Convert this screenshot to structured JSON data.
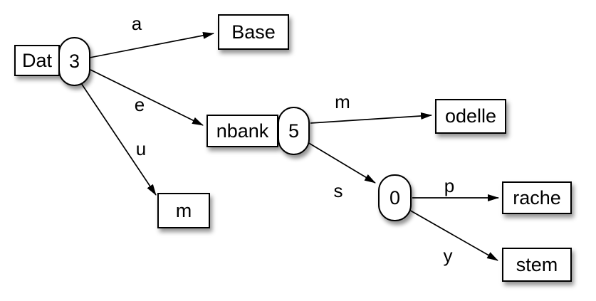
{
  "diagram": {
    "description": "trie-diagram",
    "colors": {
      "background": "#ffffff",
      "node_fill": "#ffffff",
      "node_border": "#000000",
      "edge_stroke": "#000000",
      "shadow": "rgba(0,0,0,0.42)"
    },
    "nodes": [
      {
        "id": "dat",
        "shape": "rect",
        "label": "Dat"
      },
      {
        "id": "n3",
        "shape": "capsule",
        "label": "3"
      },
      {
        "id": "base",
        "shape": "rect",
        "label": "Base"
      },
      {
        "id": "nbank",
        "shape": "rect",
        "label": "nbank"
      },
      {
        "id": "n5",
        "shape": "capsule",
        "label": "5"
      },
      {
        "id": "m-box",
        "shape": "rect",
        "label": "m"
      },
      {
        "id": "odelle",
        "shape": "rect",
        "label": "odelle"
      },
      {
        "id": "n0",
        "shape": "capsule",
        "label": "0"
      },
      {
        "id": "rache",
        "shape": "rect",
        "label": "rache"
      },
      {
        "id": "stem",
        "shape": "rect",
        "label": "stem"
      }
    ],
    "edges": [
      {
        "from": "3",
        "to": "Base",
        "label": "a"
      },
      {
        "from": "3",
        "to": "nbank",
        "label": "e"
      },
      {
        "from": "3",
        "to": "m",
        "label": "u"
      },
      {
        "from": "5",
        "to": "odelle",
        "label": "m"
      },
      {
        "from": "5",
        "to": "0",
        "label": "s"
      },
      {
        "from": "0",
        "to": "rache",
        "label": "p"
      },
      {
        "from": "0",
        "to": "stem",
        "label": "y"
      }
    ]
  }
}
